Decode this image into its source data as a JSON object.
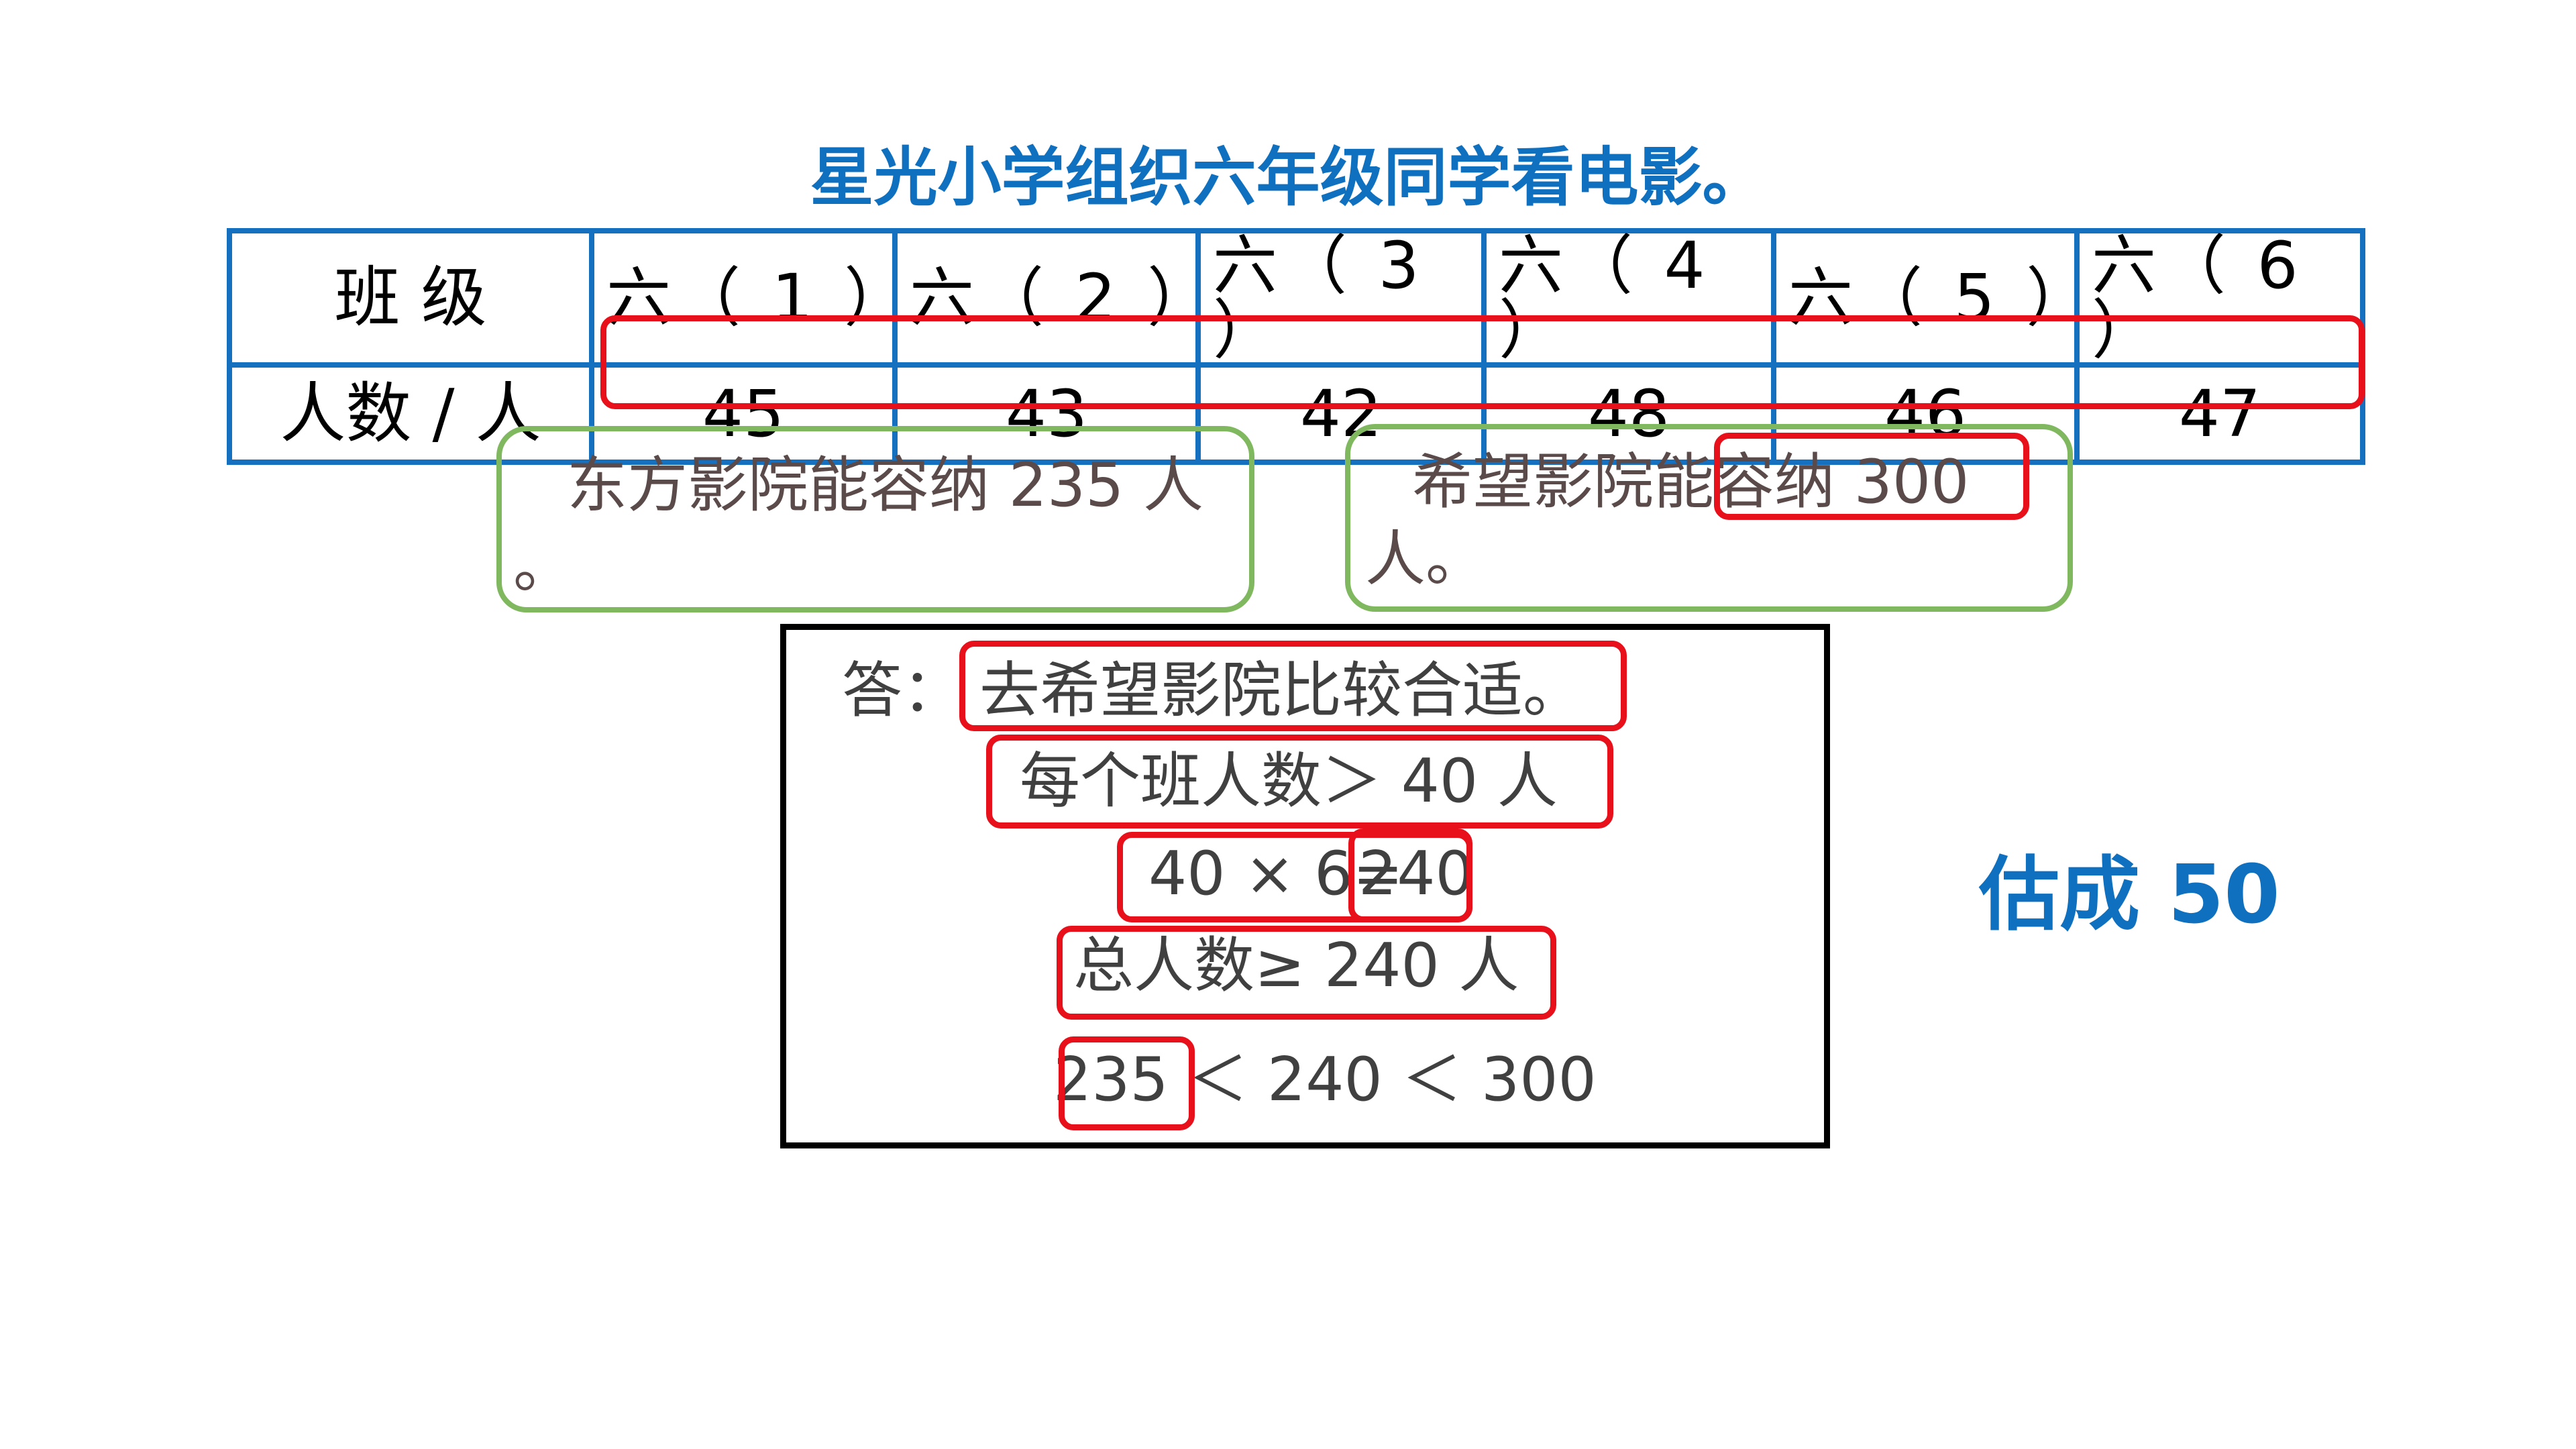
{
  "title": "星光小学组织六年级同学看电影。",
  "table": {
    "row_header_class": "班 级",
    "row_header_count": "人数 / 人",
    "classes": [
      "六（ 1 ）",
      "六（ 2 ）",
      "六（ 3 ）",
      "六（ 4 ）",
      "六（ 5 ）",
      "六（ 6 ）"
    ],
    "counts": [
      "45",
      "43",
      "42",
      "48",
      "46",
      "47"
    ]
  },
  "cinemas": {
    "east": {
      "line1": "东方影院能容纳 235 人",
      "line2": "。"
    },
    "hope": {
      "line1": "希望影院能容纳 300",
      "line2": "人。"
    }
  },
  "answer": {
    "label": "答：",
    "conclusion": "去希望影院比较合适。",
    "step1": "每个班人数＞ 40 人",
    "step2_left": "40 × 6=",
    "step2_result": "240",
    "step3": "总人数≥ 240 人",
    "step4": "235 ＜ 240 ＜ 300"
  },
  "estimate_note": "估成 50",
  "colors": {
    "title_blue": "#1070c0",
    "table_border": "#1570c0",
    "highlight_red": "#e8101a",
    "cinema_green": "#80b860"
  }
}
